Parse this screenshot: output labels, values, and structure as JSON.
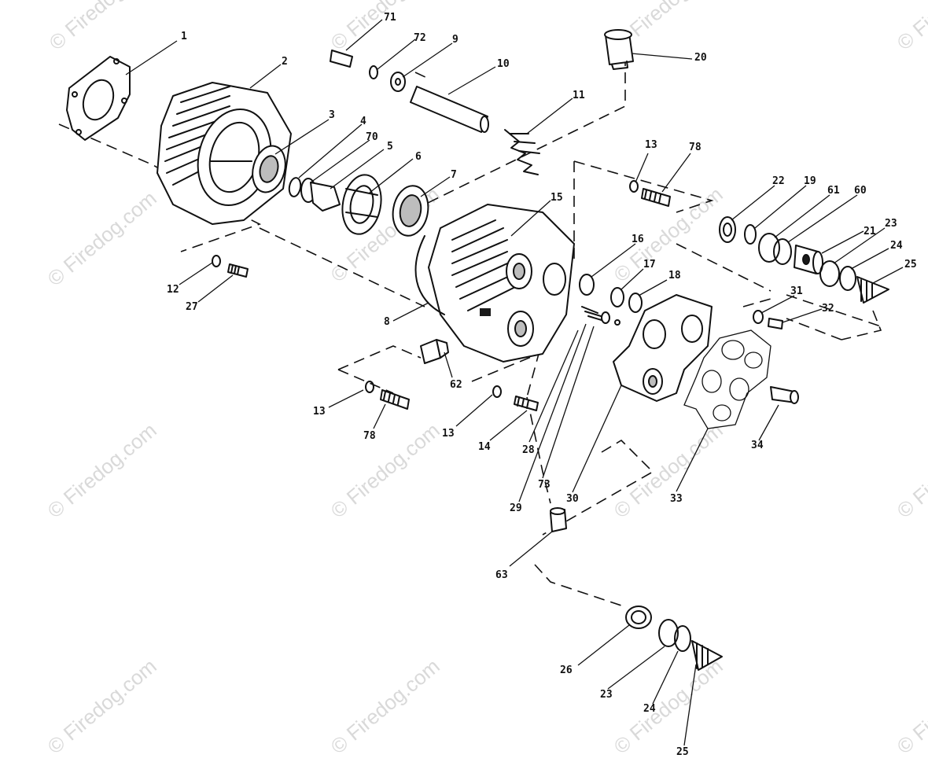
{
  "watermark": "© Firedog.com",
  "callouts": {
    "c1": "1",
    "c2": "2",
    "c3": "3",
    "c4": "4",
    "c5": "5",
    "c6": "6",
    "c7": "7",
    "c8": "8",
    "c9": "9",
    "c10": "10",
    "c11": "11",
    "c12": "12",
    "c13a": "13",
    "c13b": "13",
    "c13c": "13",
    "c14": "14",
    "c15": "15",
    "c16": "16",
    "c17": "17",
    "c18": "18",
    "c19": "19",
    "c20": "20",
    "c21": "21",
    "c22": "22",
    "c23a": "23",
    "c23b": "23",
    "c24a": "24",
    "c24b": "24",
    "c25a": "25",
    "c25b": "25",
    "c26": "26",
    "c27": "27",
    "c28": "28",
    "c29": "29",
    "c30": "30",
    "c31": "31",
    "c32": "32",
    "c33": "33",
    "c34": "34",
    "c60": "60",
    "c61": "61",
    "c62": "62",
    "c63": "63",
    "c70": "70",
    "c71": "71",
    "c72": "72",
    "c73": "73",
    "c78a": "78",
    "c78b": "78"
  }
}
